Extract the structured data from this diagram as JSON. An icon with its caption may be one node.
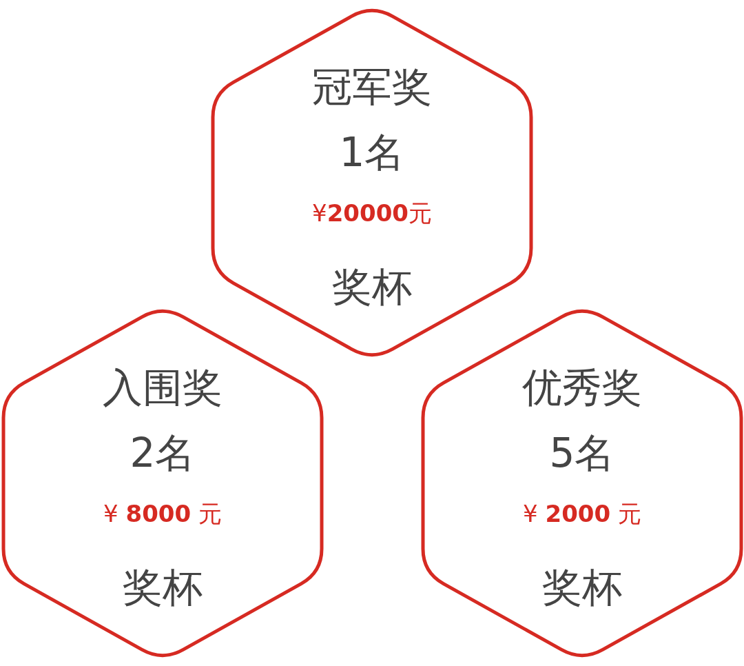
{
  "diagram": {
    "nodes": [
      {
        "text": [
          "冠军奖",
          "1名",
          "¥**20000**元",
          "奖杯"
        ]
      },
      {
        "text": [
          "入围奖",
          "2名",
          "¥ **8000** 元",
          "奖杯"
        ]
      },
      {
        "text": [
          "优秀奖",
          "5名",
          "¥ **2000** 元",
          "奖杯"
        ]
      }
    ]
  }
}
